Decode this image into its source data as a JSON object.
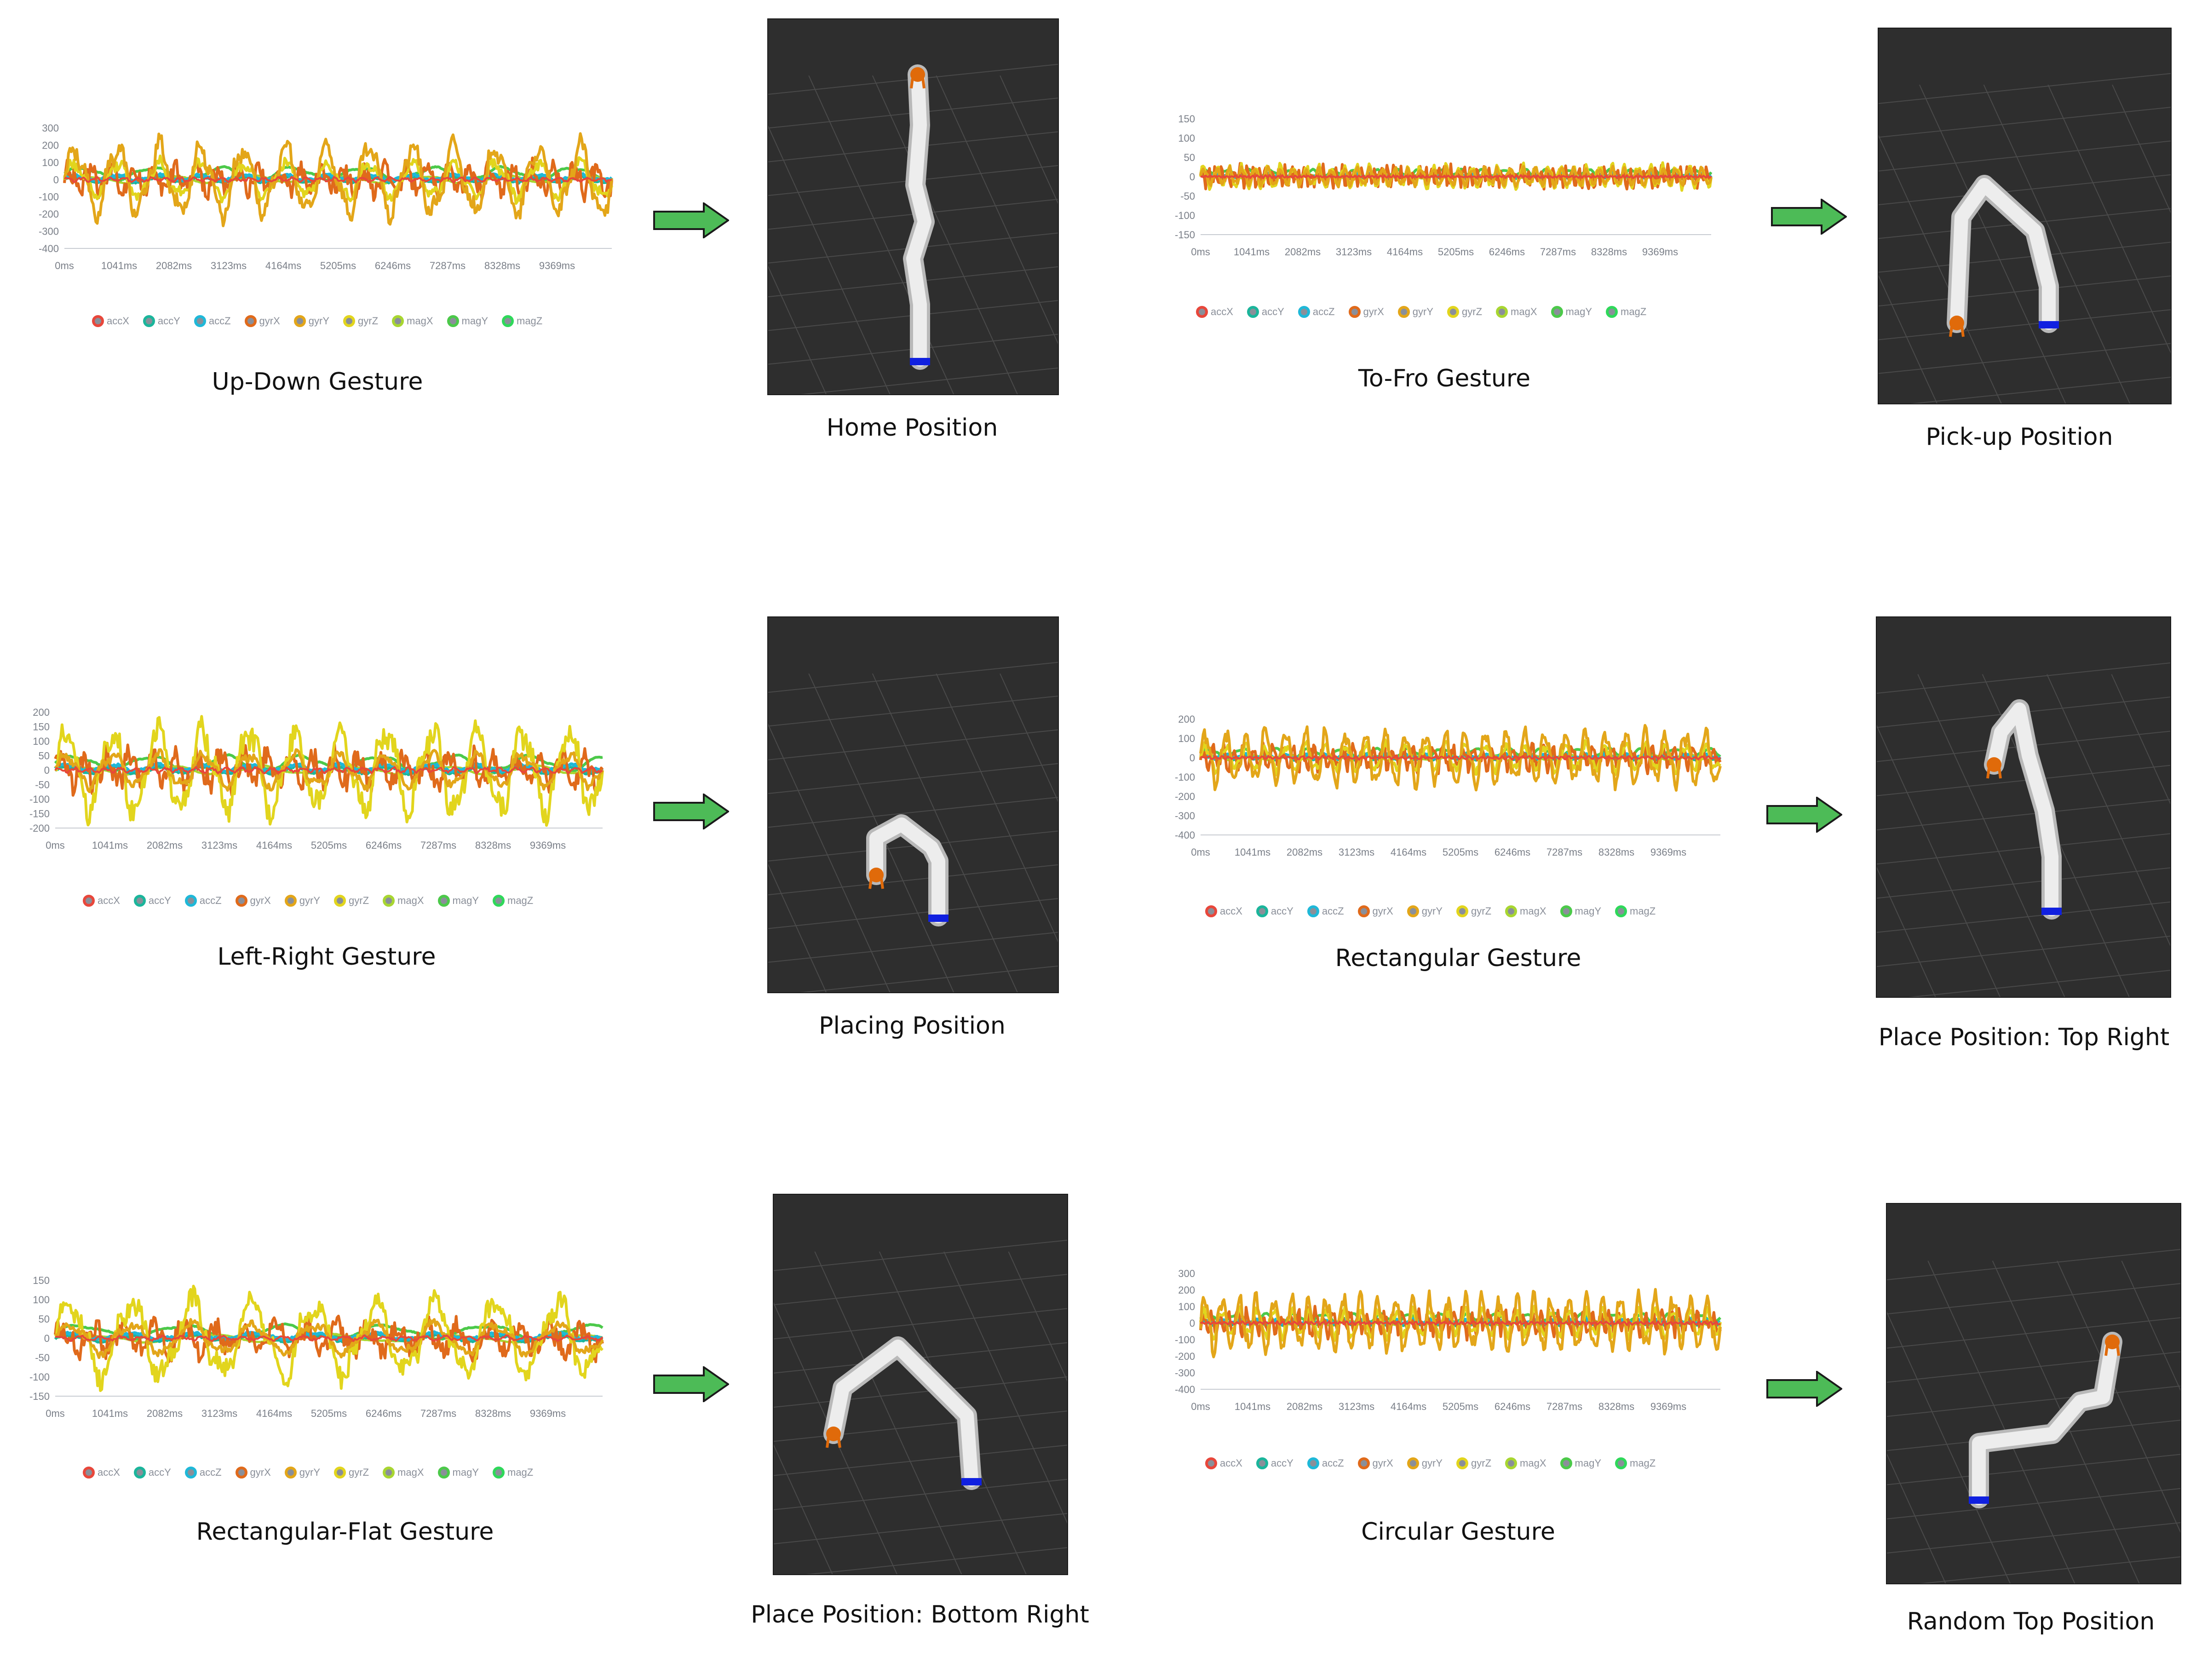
{
  "legend_items": [
    {
      "name": "accX",
      "color": "#e8473b"
    },
    {
      "name": "accY",
      "color": "#1bb59b"
    },
    {
      "name": "accZ",
      "color": "#1fb8d8"
    },
    {
      "name": "gyrX",
      "color": "#e06a1b"
    },
    {
      "name": "gyrY",
      "color": "#e3a619"
    },
    {
      "name": "gyrZ",
      "color": "#e2d51d"
    },
    {
      "name": "magX",
      "color": "#a8d631"
    },
    {
      "name": "magY",
      "color": "#4cc94a"
    },
    {
      "name": "magZ",
      "color": "#2fd85a"
    }
  ],
  "x_ticks": [
    "0ms",
    "1041ms",
    "2082ms",
    "3123ms",
    "4164ms",
    "5205ms",
    "6246ms",
    "7287ms",
    "8328ms",
    "9369ms"
  ],
  "chart_data": [
    {
      "type": "line",
      "caption": "Up-Down Gesture",
      "y_ticks": [
        "300",
        "200",
        "100",
        "0",
        "-100",
        "-200",
        "-300",
        "-400"
      ],
      "ylim": [
        -400,
        300
      ],
      "dominant": "gyrY",
      "amp": 230,
      "cycles": 13
    },
    {
      "type": "line",
      "caption": "To-Fro Gesture",
      "y_ticks": [
        "150",
        "100",
        "50",
        "0",
        "-50",
        "-100",
        "-150"
      ],
      "ylim": [
        -150,
        150
      ],
      "dominant": "gyrX",
      "amp": 60,
      "cycles": 40
    },
    {
      "type": "line",
      "caption": "Left-Right Gesture",
      "y_ticks": [
        "200",
        "150",
        "100",
        "50",
        "0",
        "-50",
        "-100",
        "-150",
        "-200"
      ],
      "ylim": [
        -200,
        200
      ],
      "dominant": "gyrZ",
      "amp": 160,
      "cycles": 12
    },
    {
      "type": "line",
      "caption": "Rectangular Gesture",
      "y_ticks": [
        "200",
        "100",
        "0",
        "-100",
        "-200",
        "-300",
        "-400"
      ],
      "ylim": [
        -400,
        200
      ],
      "dominant": "gyrY",
      "amp": 150,
      "cycles": 26
    },
    {
      "type": "line",
      "caption": "Rectangular-Flat Gesture",
      "y_ticks": [
        "150",
        "100",
        "50",
        "0",
        "-50",
        "-100",
        "-150"
      ],
      "ylim": [
        -150,
        150
      ],
      "dominant": "gyrZ",
      "amp": 110,
      "cycles": 9
    },
    {
      "type": "line",
      "caption": "Circular Gesture",
      "y_ticks": [
        "300",
        "200",
        "100",
        "0",
        "-100",
        "-200",
        "-300",
        "-400"
      ],
      "ylim": [
        -400,
        300
      ],
      "dominant": "gyrY",
      "amp": 180,
      "cycles": 30
    }
  ],
  "positions": [
    {
      "caption": "Home Position",
      "pose": "home"
    },
    {
      "caption": "Pick-up Position",
      "pose": "pickup"
    },
    {
      "caption": "Placing Position",
      "pose": "placing"
    },
    {
      "caption": "Place Position: Top Right",
      "pose": "topright"
    },
    {
      "caption": "Place Position: Bottom Right",
      "pose": "bottomright"
    },
    {
      "caption": "Random Top Position",
      "pose": "randomtop"
    }
  ]
}
